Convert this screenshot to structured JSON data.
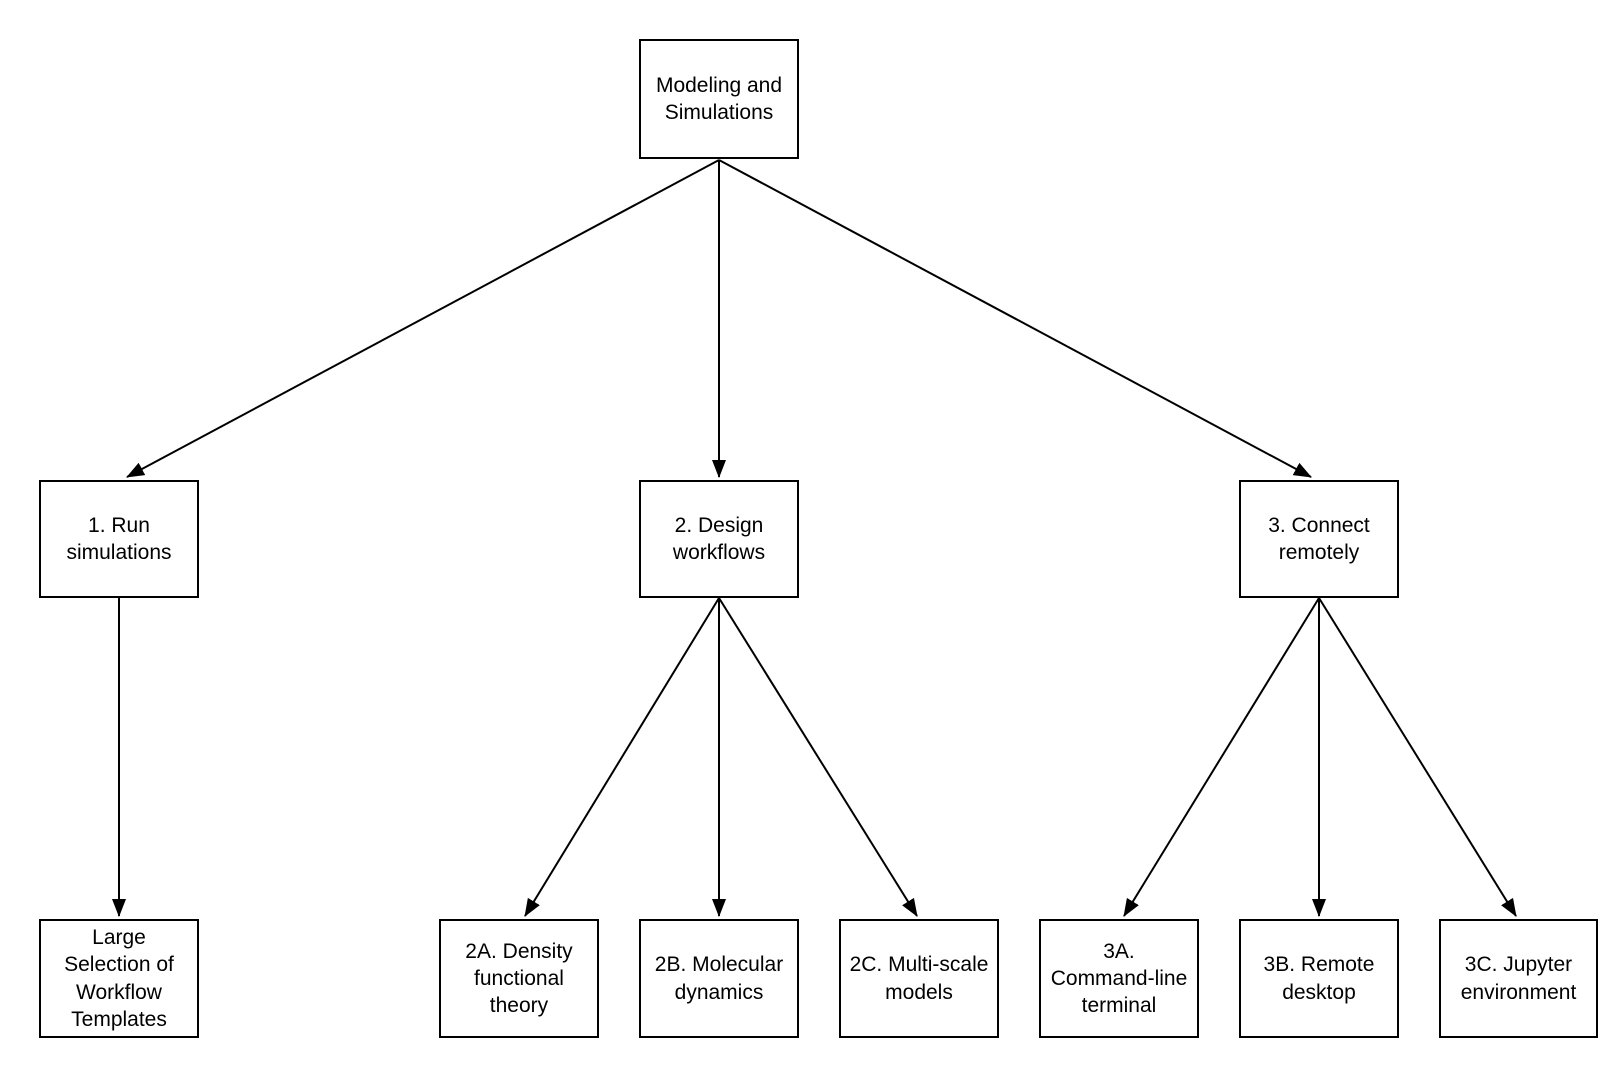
{
  "diagram": {
    "type": "flowchart-tree",
    "colors": {
      "background": "#ffffff",
      "box_fill": "#ffffff",
      "box_border": "#000000",
      "text": "#000000",
      "arrow": "#000000"
    },
    "nodes": {
      "root": {
        "id": "root",
        "label": "Modeling and\nSimulations"
      },
      "run": {
        "id": "run",
        "label": "1. Run\nsimulations"
      },
      "design": {
        "id": "design",
        "label": "2. Design\nworkflows"
      },
      "connect": {
        "id": "connect",
        "label": "3. Connect\nremotely"
      },
      "templates": {
        "id": "templates",
        "label": "Large\nSelection of\nWorkflow\nTemplates"
      },
      "dft": {
        "id": "dft",
        "label": "2A. Density\nfunctional\ntheory"
      },
      "md": {
        "id": "md",
        "label": "2B. Molecular\ndynamics"
      },
      "multiscale": {
        "id": "multiscale",
        "label": "2C. Multi-scale\nmodels"
      },
      "cli": {
        "id": "cli",
        "label": "3A.\nCommand-line\nterminal"
      },
      "remote": {
        "id": "remote",
        "label": "3B. Remote\ndesktop"
      },
      "jupyter": {
        "id": "jupyter",
        "label": "3C. Jupyter\nenvironment"
      }
    },
    "edges": [
      {
        "from": "root",
        "to": "run"
      },
      {
        "from": "root",
        "to": "design"
      },
      {
        "from": "root",
        "to": "connect"
      },
      {
        "from": "run",
        "to": "templates"
      },
      {
        "from": "design",
        "to": "dft"
      },
      {
        "from": "design",
        "to": "md"
      },
      {
        "from": "design",
        "to": "multiscale"
      },
      {
        "from": "connect",
        "to": "cli"
      },
      {
        "from": "connect",
        "to": "remote"
      },
      {
        "from": "connect",
        "to": "jupyter"
      }
    ]
  }
}
